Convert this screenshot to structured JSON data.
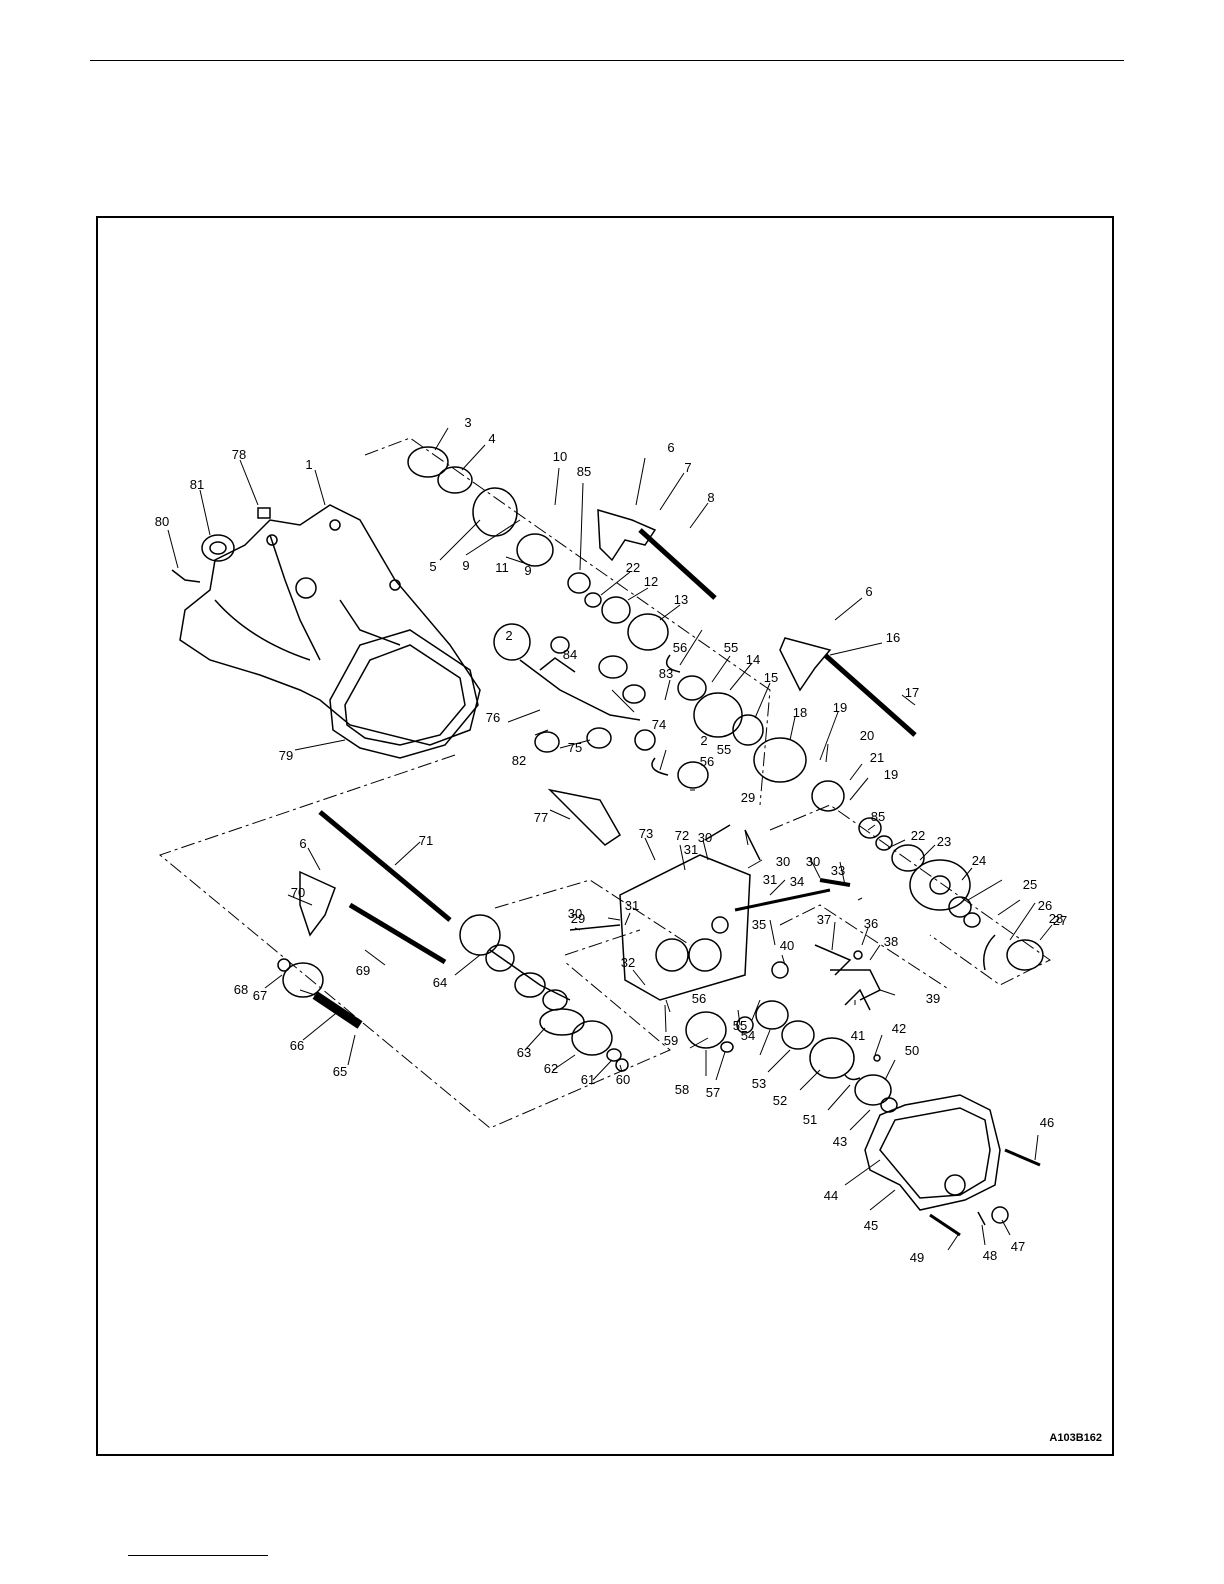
{
  "figure": {
    "id": "A103B162",
    "callouts": [
      {
        "n": "1"
      },
      {
        "n": "2"
      },
      {
        "n": "2"
      },
      {
        "n": "3"
      },
      {
        "n": "4"
      },
      {
        "n": "5"
      },
      {
        "n": "6"
      },
      {
        "n": "6"
      },
      {
        "n": "6"
      },
      {
        "n": "7"
      },
      {
        "n": "8"
      },
      {
        "n": "9"
      },
      {
        "n": "9"
      },
      {
        "n": "10"
      },
      {
        "n": "11"
      },
      {
        "n": "12"
      },
      {
        "n": "13"
      },
      {
        "n": "14"
      },
      {
        "n": "15"
      },
      {
        "n": "16"
      },
      {
        "n": "17"
      },
      {
        "n": "18"
      },
      {
        "n": "19"
      },
      {
        "n": "19"
      },
      {
        "n": "20"
      },
      {
        "n": "21"
      },
      {
        "n": "22"
      },
      {
        "n": "22"
      },
      {
        "n": "23"
      },
      {
        "n": "24"
      },
      {
        "n": "25"
      },
      {
        "n": "26"
      },
      {
        "n": "27"
      },
      {
        "n": "28"
      },
      {
        "n": "29"
      },
      {
        "n": "29"
      },
      {
        "n": "30"
      },
      {
        "n": "30"
      },
      {
        "n": "30"
      },
      {
        "n": "30"
      },
      {
        "n": "31"
      },
      {
        "n": "31"
      },
      {
        "n": "31"
      },
      {
        "n": "32"
      },
      {
        "n": "33"
      },
      {
        "n": "34"
      },
      {
        "n": "35"
      },
      {
        "n": "36"
      },
      {
        "n": "37"
      },
      {
        "n": "38"
      },
      {
        "n": "39"
      },
      {
        "n": "40"
      },
      {
        "n": "41"
      },
      {
        "n": "42"
      },
      {
        "n": "43"
      },
      {
        "n": "44"
      },
      {
        "n": "45"
      },
      {
        "n": "46"
      },
      {
        "n": "47"
      },
      {
        "n": "48"
      },
      {
        "n": "49"
      },
      {
        "n": "50"
      },
      {
        "n": "51"
      },
      {
        "n": "52"
      },
      {
        "n": "53"
      },
      {
        "n": "54"
      },
      {
        "n": "55"
      },
      {
        "n": "55"
      },
      {
        "n": "55"
      },
      {
        "n": "56"
      },
      {
        "n": "56"
      },
      {
        "n": "56"
      },
      {
        "n": "57"
      },
      {
        "n": "58"
      },
      {
        "n": "59"
      },
      {
        "n": "60"
      },
      {
        "n": "61"
      },
      {
        "n": "62"
      },
      {
        "n": "63"
      },
      {
        "n": "64"
      },
      {
        "n": "65"
      },
      {
        "n": "66"
      },
      {
        "n": "67"
      },
      {
        "n": "68"
      },
      {
        "n": "69"
      },
      {
        "n": "70"
      },
      {
        "n": "71"
      },
      {
        "n": "72"
      },
      {
        "n": "73"
      },
      {
        "n": "74"
      },
      {
        "n": "75"
      },
      {
        "n": "76"
      },
      {
        "n": "77"
      },
      {
        "n": "78"
      },
      {
        "n": "79"
      },
      {
        "n": "80"
      },
      {
        "n": "81"
      },
      {
        "n": "82"
      },
      {
        "n": "83"
      },
      {
        "n": "84"
      },
      {
        "n": "85"
      },
      {
        "n": "85"
      }
    ]
  }
}
